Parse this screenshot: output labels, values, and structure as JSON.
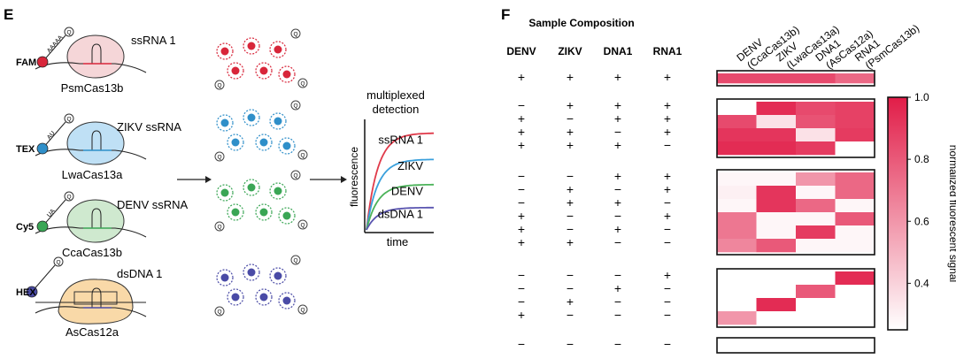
{
  "panel_e": {
    "label": "E",
    "probes": [
      {
        "dye": "FAM",
        "color": "#d8263a",
        "linker": "AAAAA",
        "target": "ssRNA 1",
        "enzyme": "PsmCas13b",
        "enzyme_color": "#f5d6d8"
      },
      {
        "dye": "TEX",
        "color": "#2f8fc9",
        "linker": "AU",
        "target": "ZIKV ssRNA",
        "enzyme": "LwaCas13a",
        "enzyme_color": "#bfe0f5"
      },
      {
        "dye": "Cy5",
        "color": "#3aa655",
        "linker": "UA",
        "target": "DENV ssRNA",
        "enzyme": "CcaCas13b",
        "enzyme_color": "#cfe9cf"
      },
      {
        "dye": "HEX",
        "color": "#4a4ba6",
        "linker": "",
        "target": "dsDNA 1",
        "enzyme": "AsCas12a",
        "enzyme_color": "#f9d9a8"
      }
    ],
    "quencher_glyph": "Q",
    "plot": {
      "title_line1": "multiplexed",
      "title_line2": "detection",
      "ylabel": "fluorescence",
      "xlabel": "time",
      "curves": [
        {
          "name": "ssRNA 1",
          "color": "#e03a4a",
          "plateau": 0.9
        },
        {
          "name": "ZIKV",
          "color": "#3aa0dc",
          "plateau": 0.66
        },
        {
          "name": "DENV",
          "color": "#4cb35a",
          "plateau": 0.43
        },
        {
          "name": "dsDNA 1",
          "color": "#5a55b0",
          "plateau": 0.22
        }
      ]
    }
  },
  "panel_f": {
    "label": "F",
    "composition_title": "Sample Composition",
    "targets": [
      "DENV",
      "ZIKV",
      "DNA1",
      "RNA1"
    ],
    "column_labels": [
      {
        "line1": "DENV",
        "line2": "(CcaCas13b)"
      },
      {
        "line1": "ZIKV",
        "line2": "(LwaCas13a)"
      },
      {
        "line1": "DNA1",
        "line2": "(AsCas12a)"
      },
      {
        "line1": "RNA1",
        "line2": "(PsmCas13b)"
      }
    ],
    "groups": [
      {
        "rows": [
          [
            "+",
            "+",
            "+",
            "+"
          ]
        ]
      },
      {
        "rows": [
          [
            "−",
            "+",
            "+",
            "+"
          ],
          [
            "+",
            "−",
            "+",
            "+"
          ],
          [
            "+",
            "+",
            "−",
            "+"
          ],
          [
            "+",
            "+",
            "+",
            "−"
          ]
        ]
      },
      {
        "rows": [
          [
            "−",
            "−",
            "+",
            "+"
          ],
          [
            "−",
            "+",
            "−",
            "+"
          ],
          [
            "−",
            "+",
            "+",
            "−"
          ],
          [
            "+",
            "−",
            "−",
            "+"
          ],
          [
            "+",
            "−",
            "+",
            "−"
          ],
          [
            "+",
            "+",
            "−",
            "−"
          ]
        ]
      },
      {
        "rows": [
          [
            "−",
            "−",
            "−",
            "+"
          ],
          [
            "−",
            "−",
            "+",
            "−"
          ],
          [
            "−",
            "+",
            "−",
            "−"
          ],
          [
            "+",
            "−",
            "−",
            "−"
          ]
        ]
      },
      {
        "rows": [
          [
            "−",
            "−",
            "−",
            "−"
          ]
        ]
      }
    ],
    "colorbar": {
      "label": "normalized fluorescent signal",
      "min": 0.25,
      "max": 1.0,
      "ticks": [
        "0.4",
        "0.6",
        "0.8",
        "1.0"
      ],
      "tick_values": [
        0.4,
        0.6,
        0.8,
        1.0
      ],
      "low_color": "#ffffff",
      "high_color": "#e11d48"
    }
  },
  "chart_data": {
    "type": "heatmap",
    "title": "",
    "xlabel": "",
    "ylabel": "",
    "columns": [
      "DENV (CcaCas13b)",
      "ZIKV (LwaCas13a)",
      "DNA1 (AsCas12a)",
      "RNA1 (PsmCas13b)"
    ],
    "colorbar_range": [
      0.25,
      1.0
    ],
    "groups": [
      {
        "values": [
          [
            0.85,
            0.85,
            0.85,
            0.75
          ]
        ]
      },
      {
        "values": [
          [
            0.25,
            0.95,
            0.85,
            0.88
          ],
          [
            0.85,
            0.35,
            0.82,
            0.88
          ],
          [
            0.92,
            0.92,
            0.35,
            0.9
          ],
          [
            0.95,
            0.95,
            0.9,
            0.25
          ]
        ]
      },
      {
        "values": [
          [
            0.28,
            0.28,
            0.6,
            0.75
          ],
          [
            0.3,
            0.92,
            0.28,
            0.75
          ],
          [
            0.28,
            0.92,
            0.75,
            0.28
          ],
          [
            0.7,
            0.28,
            0.28,
            0.8
          ],
          [
            0.7,
            0.28,
            0.9,
            0.28
          ],
          [
            0.65,
            0.8,
            0.28,
            0.28
          ]
        ]
      },
      {
        "values": [
          [
            0.25,
            0.25,
            0.25,
            0.95
          ],
          [
            0.25,
            0.25,
            0.8,
            0.25
          ],
          [
            0.25,
            0.95,
            0.25,
            0.25
          ],
          [
            0.6,
            0.25,
            0.25,
            0.25
          ]
        ]
      },
      {
        "values": [
          [
            0.25,
            0.25,
            0.25,
            0.25
          ]
        ]
      }
    ]
  }
}
